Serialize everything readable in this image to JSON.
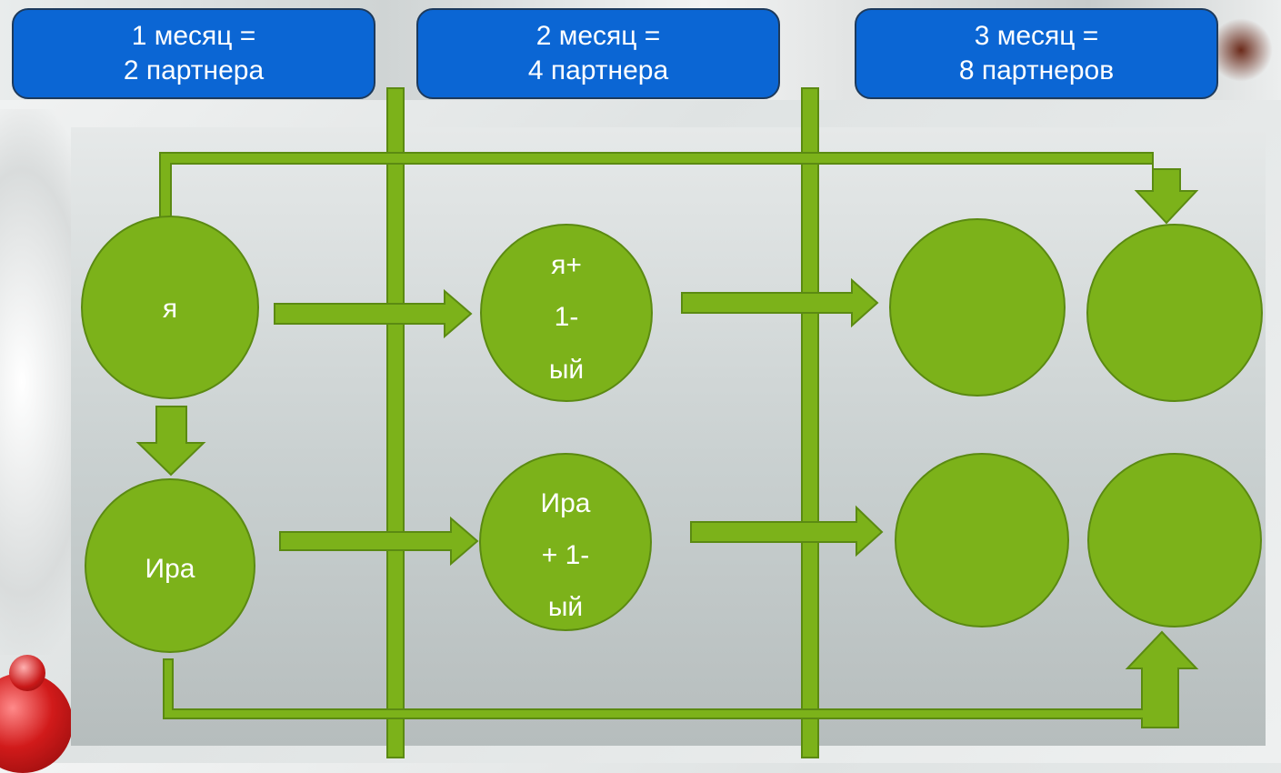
{
  "headers": [
    {
      "line1": "1 месяц =",
      "line2": "2 партнера"
    },
    {
      "line1": "2 месяц =",
      "line2": "4 партнера"
    },
    {
      "line1": "3 месяц =",
      "line2": "8 партнеров"
    }
  ],
  "nodes": {
    "ya": [
      "я"
    ],
    "ira": [
      "Ира"
    ],
    "ya_plus_first": [
      "я+",
      "1-",
      "ый"
    ],
    "ira_plus_first": [
      "Ира",
      "+ 1-",
      "ый"
    ]
  },
  "colors": {
    "header_fill": "#0b66d4",
    "header_border": "#1d3a5c",
    "green_fill": "#7cb21a",
    "green_stroke": "#5b8a12",
    "text": "#ffffff"
  }
}
